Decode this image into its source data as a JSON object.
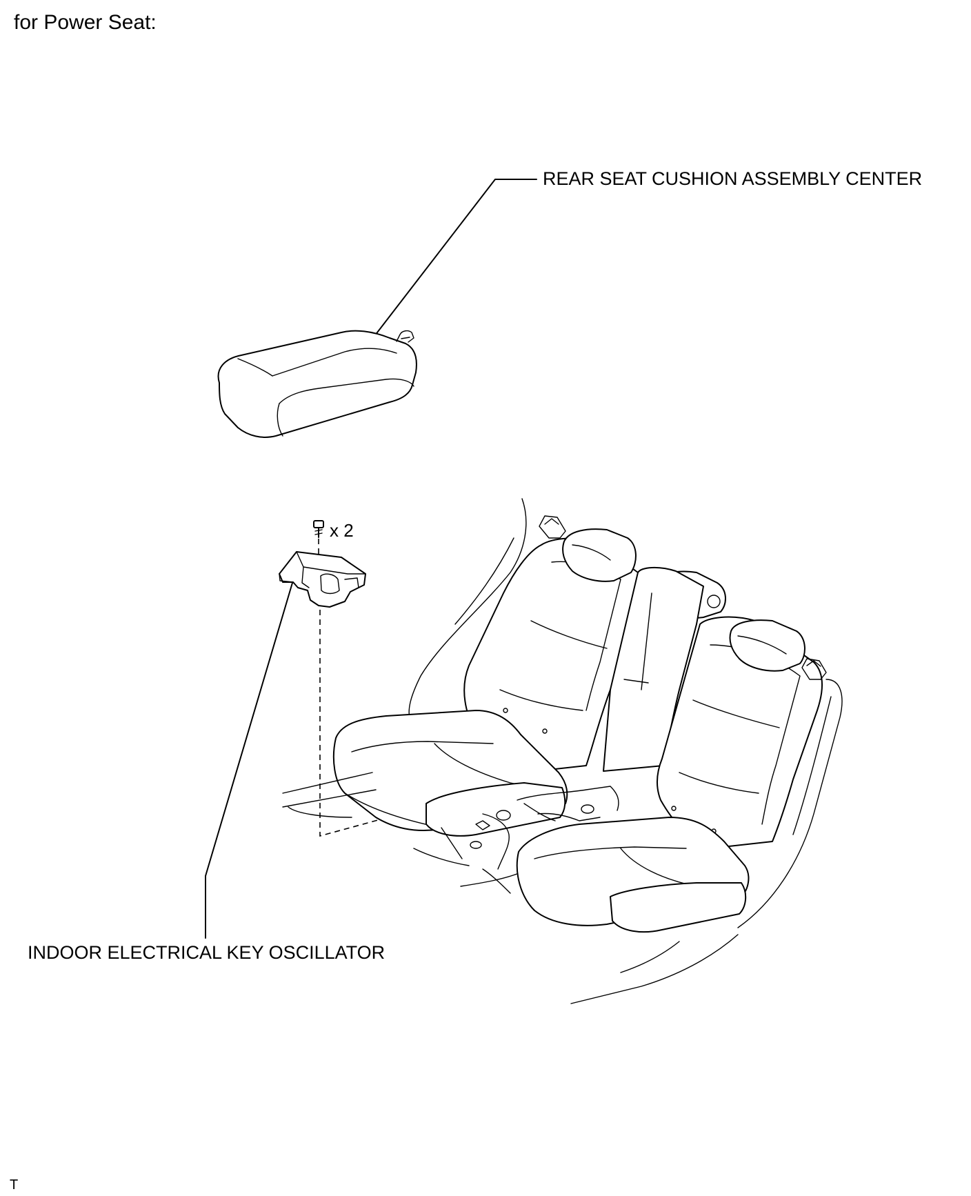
{
  "heading": "for Power Seat:",
  "labels": {
    "cushion": "REAR SEAT CUSHION ASSEMBLY CENTER",
    "oscillator": "INDOOR ELECTRICAL KEY OSCILLATOR",
    "bolt_qty": "x 2"
  },
  "footer": "T",
  "icons": {
    "bolt": "bolt-icon"
  }
}
